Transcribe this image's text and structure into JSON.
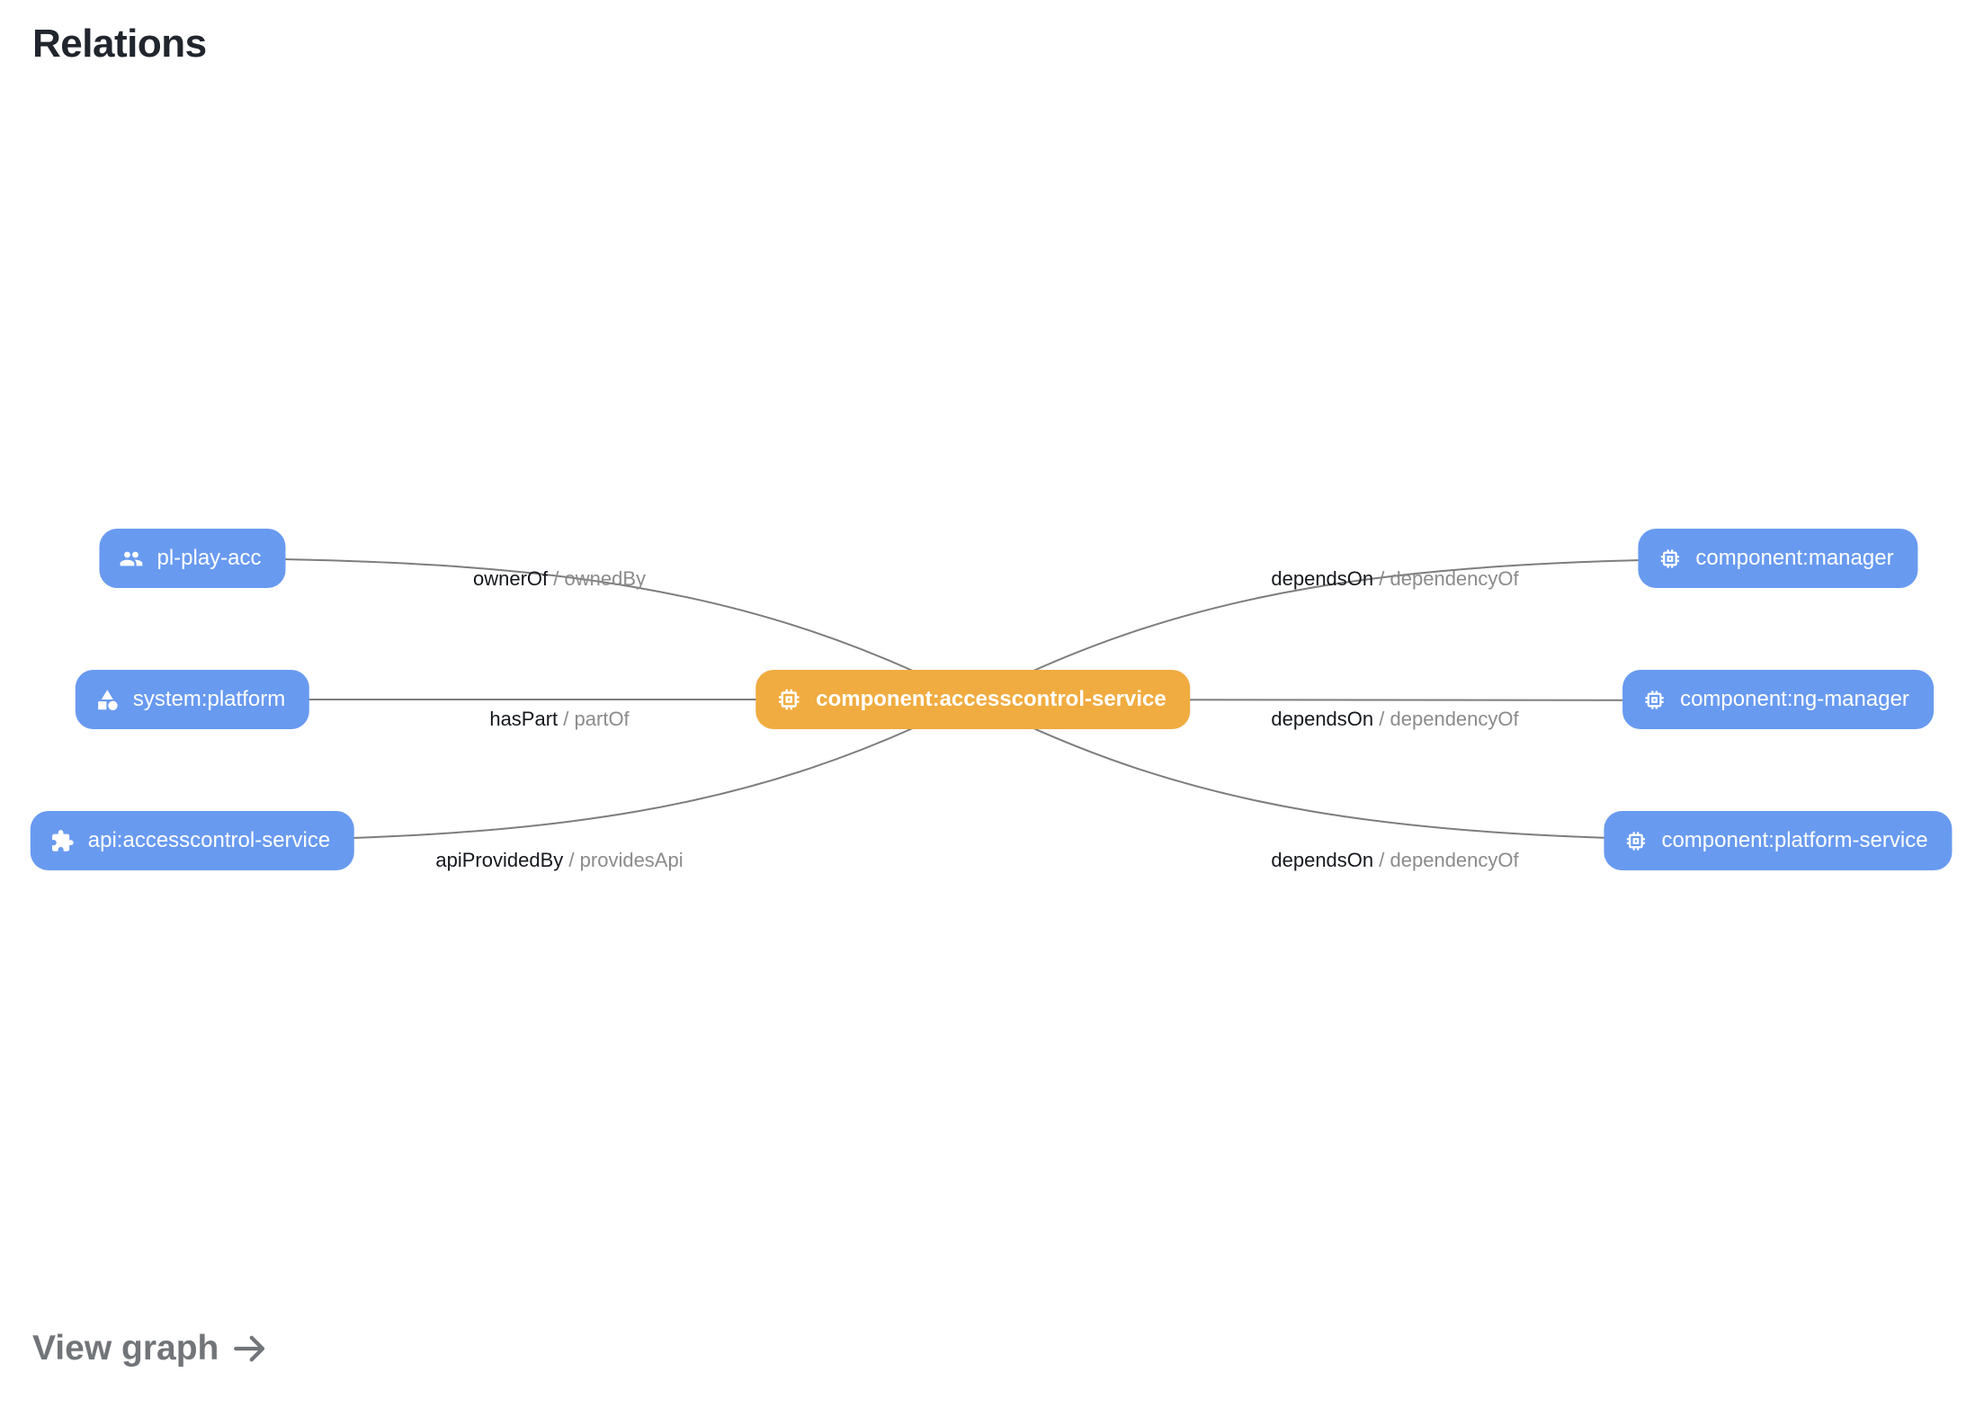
{
  "header": {
    "title": "Relations"
  },
  "footer": {
    "view_graph_label": "View graph"
  },
  "colors": {
    "node_blue": "#689af0",
    "node_orange": "#f0ac40",
    "edge_line": "#7d7d7d",
    "label_primary": "#15181d",
    "label_secondary": "#8b8b8b",
    "title_text": "#21252d",
    "view_graph_text": "#717478"
  },
  "graph": {
    "center_node": {
      "label": "component:accesscontrol-service",
      "icon": "memory-icon"
    },
    "left_nodes": [
      {
        "label": "pl-play-acc",
        "icon": "group-icon"
      },
      {
        "label": "system:platform",
        "icon": "category-icon"
      },
      {
        "label": "api:accesscontrol-service",
        "icon": "extension-icon"
      }
    ],
    "right_nodes": [
      {
        "label": "component:manager",
        "icon": "memory-icon"
      },
      {
        "label": "component:ng-manager",
        "icon": "memory-icon"
      },
      {
        "label": "component:platform-service",
        "icon": "memory-icon"
      }
    ],
    "edge_labels_left": [
      {
        "primary": "ownerOf",
        "sep": "/",
        "secondary": "ownedBy"
      },
      {
        "primary": "hasPart",
        "sep": "/",
        "secondary": "partOf"
      },
      {
        "primary": "apiProvidedBy",
        "sep": "/",
        "secondary": "providesApi"
      }
    ],
    "edge_labels_right": [
      {
        "primary": "dependsOn",
        "sep": "/",
        "secondary": "dependencyOf"
      },
      {
        "primary": "dependsOn",
        "sep": "/",
        "secondary": "dependencyOf"
      },
      {
        "primary": "dependsOn",
        "sep": "/",
        "secondary": "dependencyOf"
      }
    ]
  }
}
